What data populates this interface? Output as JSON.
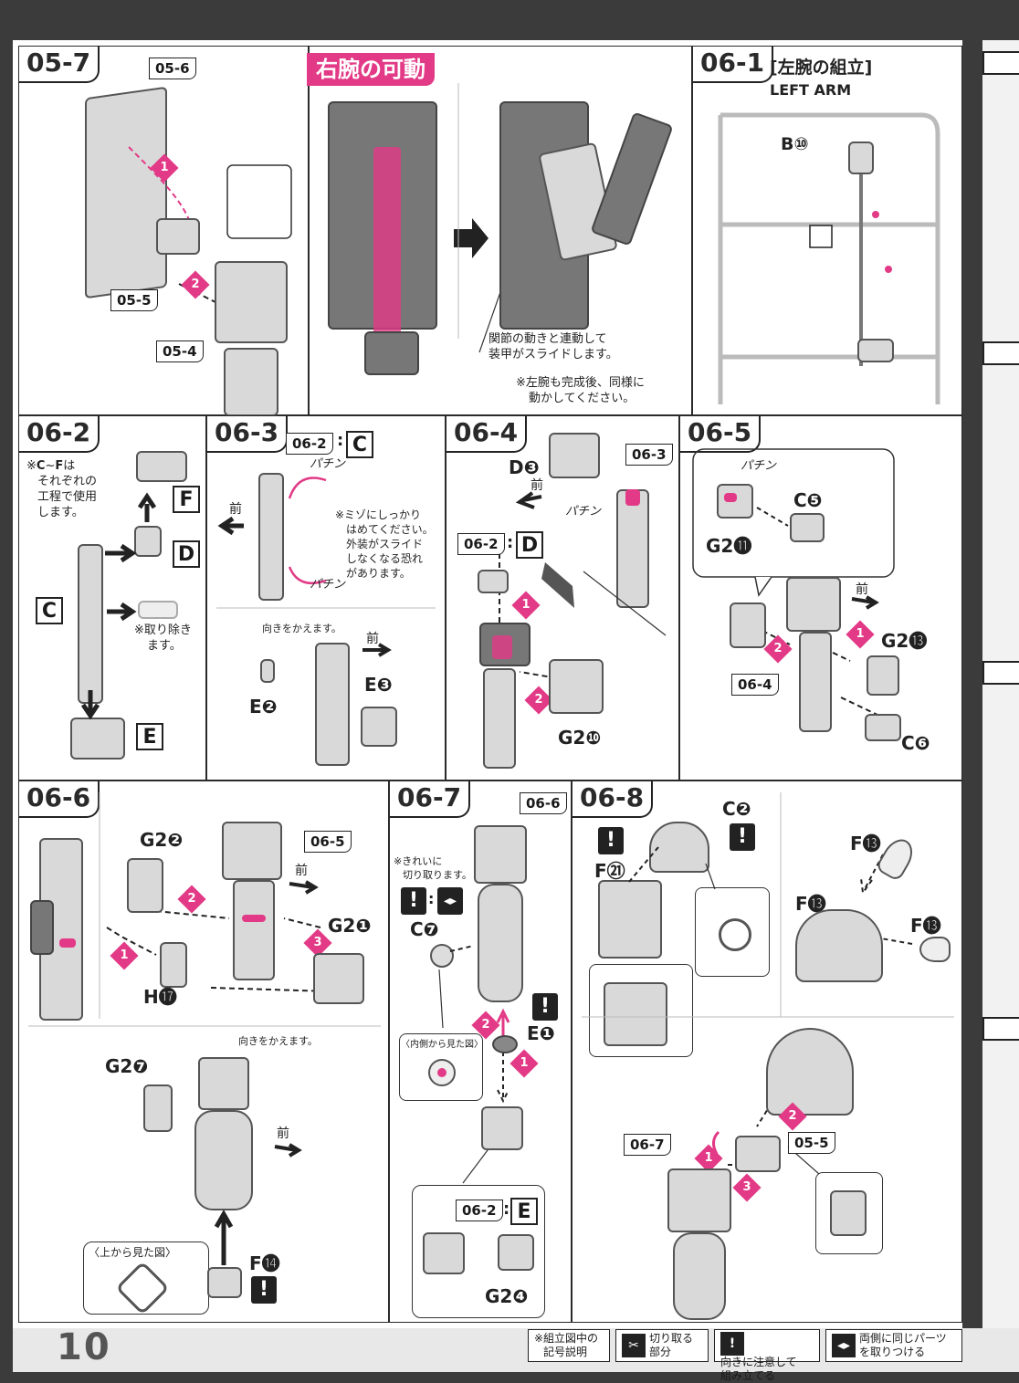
{
  "page_number": "10",
  "panels": {
    "p0507": {
      "step": "05-7",
      "refs": [
        "05-6",
        "05-5",
        "05-4"
      ]
    },
    "movable": {
      "title": "右腕の可動",
      "note1": "関節の動きと連動して",
      "note2": "装甲がスライドします。",
      "note3": "※左腕も完成後、同様に",
      "note4": "動かしてください。"
    },
    "p0601": {
      "step": "06-1",
      "title": "[左腕の組立]",
      "subtitle": "LEFT ARM",
      "part": "B⑩"
    },
    "p0602": {
      "step": "06-2",
      "note1": "※",
      "note_c": "C",
      "note_tilde": "~",
      "note_f": "F",
      "note2": "は",
      "note3": "それぞれの",
      "note4": "工程で使用",
      "note5": "します。",
      "letters": [
        "F",
        "D",
        "C",
        "E"
      ],
      "remove1": "※取り除き",
      "remove2": "ます。"
    },
    "p0603": {
      "step": "06-3",
      "ref_step": "06-2",
      "ref_letter": "C",
      "front": "前",
      "snap1": "パチン",
      "snap2": "パチン",
      "n1": "※ミゾにしっかり",
      "n2": "はめてください。",
      "n3": "外装がスライド",
      "n4": "しなくなる恐れ",
      "n5": "があります。",
      "turn": "向きをかえます。",
      "front2": "前",
      "e3": "E❸",
      "e2": "E❷"
    },
    "p0604": {
      "step": "06-4",
      "d3": "D❸",
      "front": "前",
      "snap": "パチン",
      "ref_top": "06-3",
      "ref_step": "06-2",
      "ref_letter": "D",
      "g210": "G2❿"
    },
    "p0605": {
      "step": "06-5",
      "snap": "パチン",
      "c5": "C❺",
      "g211": "G2⓫",
      "front": "前",
      "g213": "G2⓭",
      "ref": "06-4",
      "c6": "C❻"
    },
    "p0606": {
      "step": "06-6",
      "g22": "G2❷",
      "ref": "06-5",
      "front": "前",
      "g21": "G2❶",
      "h17": "H⓱",
      "turn": "向きをかえます。",
      "g27": "G2❼",
      "front2": "前",
      "view_top": "〈上から見た図〉",
      "f14": "F⓮"
    },
    "p0607": {
      "step": "06-7",
      "ref": "06-6",
      "cut1": "※きれいに",
      "cut2": "切り取ります。",
      "c7": "C❼",
      "e1": "E❶",
      "inner": "〈内側から見た図〉",
      "ref2_step": "06-2",
      "ref2_letter": "E",
      "g24": "G2❹"
    },
    "p0608": {
      "step": "06-8",
      "c2": "C❷",
      "f21": "F㉑",
      "f13a": "F⓭",
      "f13b": "F⓭",
      "f13c": "F⓭",
      "ref_a": "06-7",
      "ref_b": "05-5"
    }
  },
  "legend": {
    "title1": "※組立図中の",
    "title2": "記号説明",
    "cut1": "切り取る",
    "cut2": "部分",
    "care1": "向きに注意して",
    "care2": "組み立てる",
    "same1": "両側に同じパーツ",
    "same2": "を取りつける"
  },
  "colors": {
    "accent": "#e23a86",
    "frame": "#2a2a2a",
    "part_gray": "#d9d9d9"
  }
}
